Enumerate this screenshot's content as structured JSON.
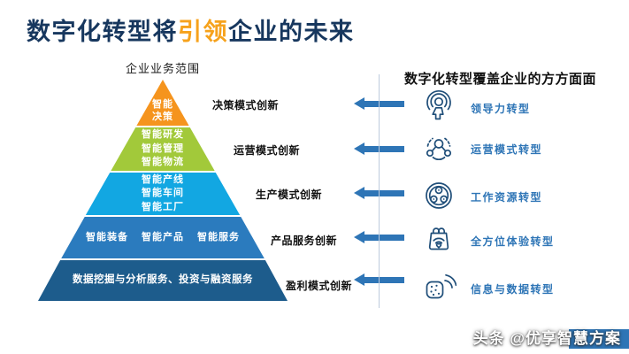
{
  "title": {
    "prefix": "数字化转型将",
    "highlight": "引领",
    "suffix": "企业的未来"
  },
  "pyramid": {
    "caption": "企业业务范围",
    "levels": [
      {
        "color": "#F5941E",
        "lines": [
          "智能",
          "决策"
        ]
      },
      {
        "color": "#A2C93A",
        "lines": [
          "智能研发",
          "智能管理",
          "智能物流"
        ]
      },
      {
        "color": "#12A7E2",
        "lines": [
          "智能产线",
          "智能车间",
          "智能工厂"
        ]
      },
      {
        "color": "#2B7BBE",
        "items": [
          "智能装备",
          "智能产品",
          "智能服务"
        ]
      },
      {
        "color": "#1D5C8C",
        "lines": [
          "数据挖掘与分析服务、投资与融资服务"
        ]
      }
    ]
  },
  "innovations": [
    "决策模式创新",
    "运营模式创新",
    "生产模式创新",
    "产品服务创新",
    "盈利模式创新"
  ],
  "right_panel": {
    "heading": "数字化转型覆盖企业的方方面面",
    "items": [
      {
        "icon": "leadership-icon",
        "label": "领导力转型"
      },
      {
        "icon": "network-icon",
        "label": "运营模式转型"
      },
      {
        "icon": "gears-circle-icon",
        "label": "工作资源转型"
      },
      {
        "icon": "shopping-bag-wifi-icon",
        "label": "全方位体验转型"
      },
      {
        "icon": "data-signal-icon",
        "label": "信息与数据转型"
      }
    ]
  },
  "watermark": {
    "text": "头条 @优享智慧方案"
  },
  "colors": {
    "title_navy": "#17375E",
    "accent_orange": "#F6A21C",
    "arrow_blue": "#2E75B6",
    "label_blue": "#2E75B6",
    "icon_navy": "#1F4E79",
    "divider": "#BDCBDD",
    "watermark_bg": "#2E75B6"
  }
}
